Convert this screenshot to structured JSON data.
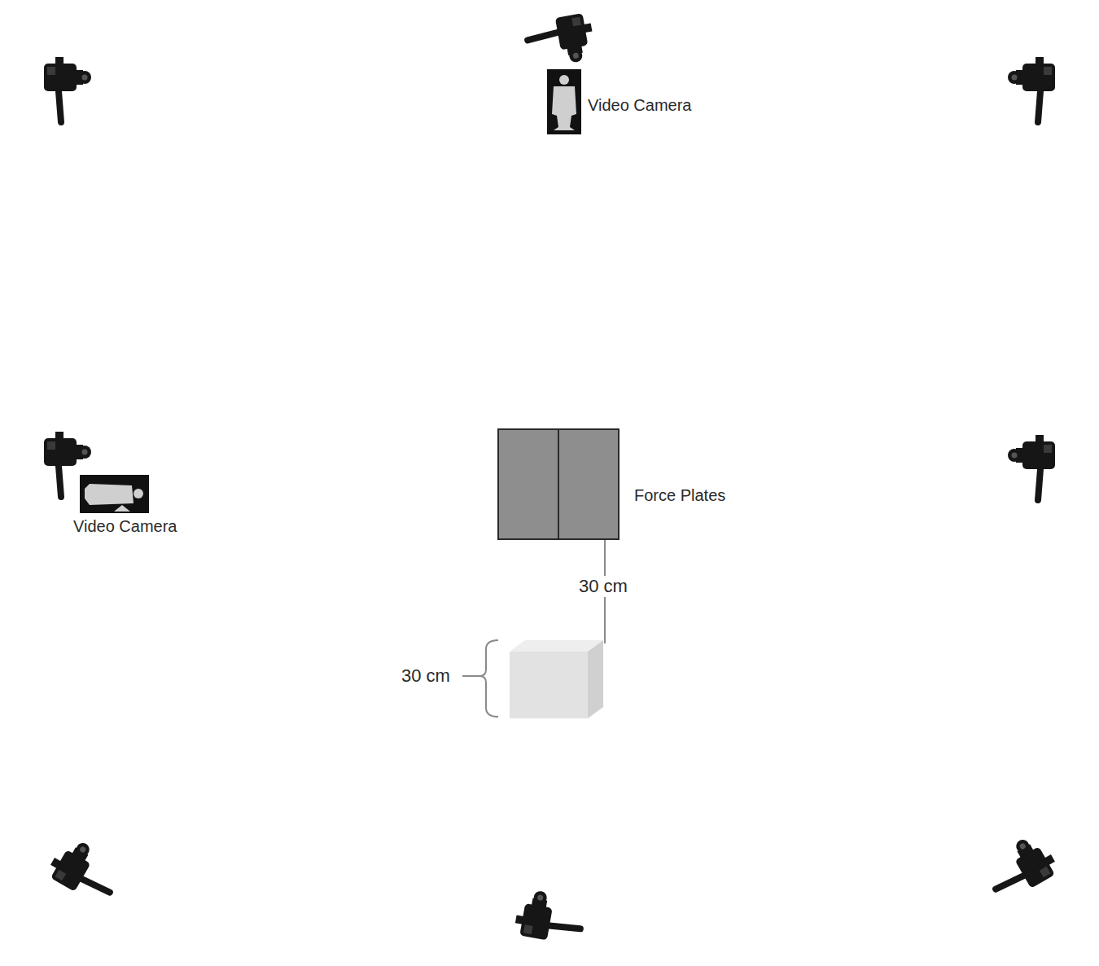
{
  "diagram": {
    "nodes": [
      {
        "text": [
          "Video Camera"
        ]
      },
      {
        "text": [
          "Video Camera"
        ]
      },
      {
        "text": [
          "Force Plates"
        ]
      }
    ],
    "labels": [
      "30 cm",
      "30 cm"
    ]
  }
}
